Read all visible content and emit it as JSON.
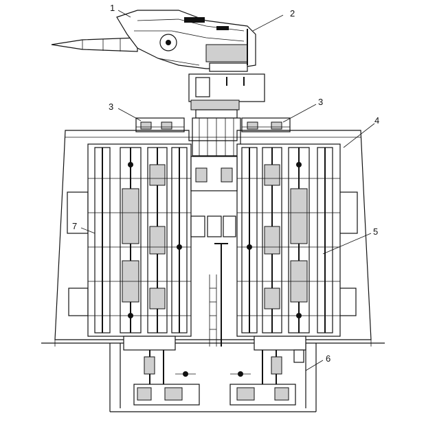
{
  "callouts": [
    {
      "id": "1",
      "text": "1"
    },
    {
      "id": "2",
      "text": "2"
    },
    {
      "id": "3a",
      "text": "3"
    },
    {
      "id": "3b",
      "text": "3"
    },
    {
      "id": "4",
      "text": "4"
    },
    {
      "id": "5",
      "text": "5"
    },
    {
      "id": "6",
      "text": "6"
    },
    {
      "id": "7",
      "text": "7"
    }
  ]
}
